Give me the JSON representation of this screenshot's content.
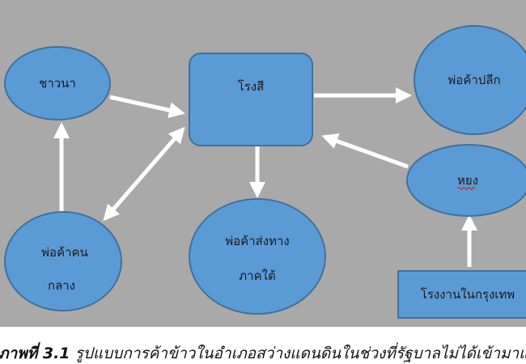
{
  "colors": {
    "background": "#a9a9a9",
    "node_fill": "#5b9bd5",
    "node_stroke": "#41719c",
    "arrow": "#ffffff",
    "text": "#1a1a1a"
  },
  "nodes": {
    "farmer": "ชาวนา",
    "rice_mill": "โรงสี",
    "retailer": "พ่อค้าปลีก",
    "middleman_line1": "พ่อค้าคน",
    "middleman_line2": "กลาง",
    "southern_trader_line1": "พ่อค้าส่งทาง",
    "southern_trader_line2": "ภาคใต้",
    "hong": "หยง",
    "bangkok_factory": "โรงงานในกรุงเทพ"
  },
  "caption": {
    "figure_label": "ภาพที่ 3.1",
    "text": "รูปแบบการค้าข้าวในอำเภอสว่างแดนดินในช่วงที่รัฐบาลไม่ได้เข้ามาแทรกแซง"
  }
}
